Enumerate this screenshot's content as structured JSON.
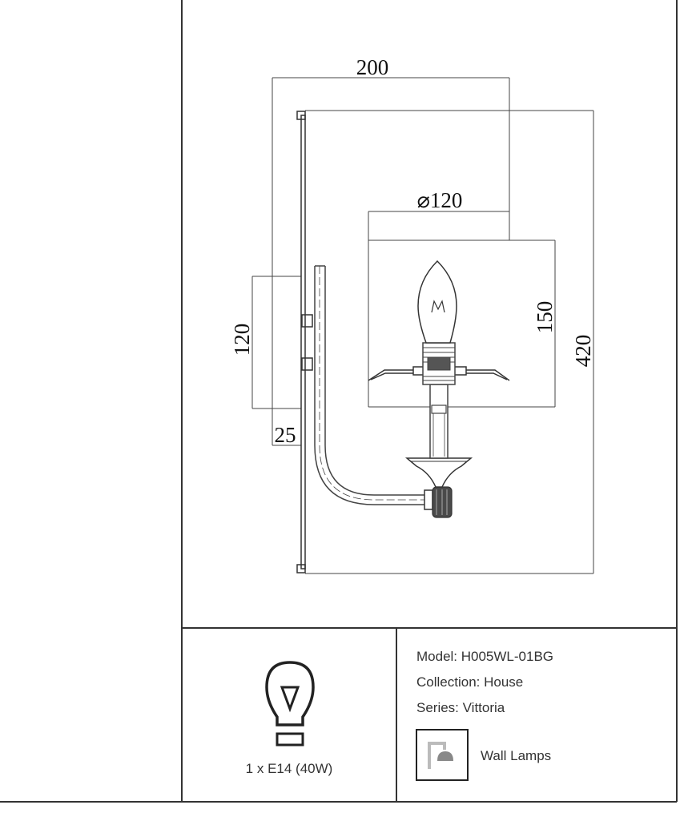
{
  "drawing": {
    "dimensions": {
      "width": "200",
      "shade_diameter": "⌀120",
      "shade_height": "150",
      "total_height": "420",
      "backplate_height": "120",
      "backplate_depth": "25"
    }
  },
  "specs": {
    "lamp_label": "1 x E14 (40W)",
    "model": "Model: H005WL-01BG",
    "collection": "Collection: House",
    "series": "Series: Vittoria",
    "category": "Wall Lamps"
  },
  "icons": {
    "bulb": "bulb-icon",
    "category": "wall-lamp-icon"
  }
}
